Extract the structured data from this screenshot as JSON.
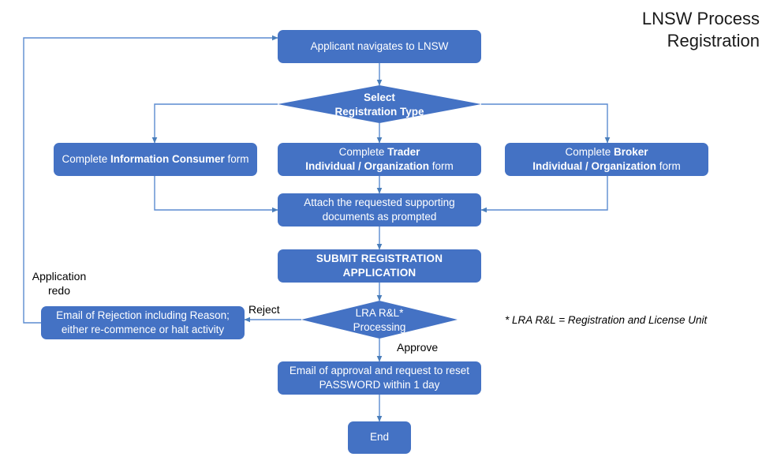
{
  "title": "LNSW Process\nRegistration",
  "colors": {
    "node_fill": "#4472C4",
    "node_text": "#FFFFFF",
    "connector": "#5B8BD0",
    "label_text": "#000000",
    "background": "#FFFFFF"
  },
  "nodes": {
    "start": {
      "label": "Applicant navigates to LNSW",
      "shape": "rounded-rect"
    },
    "select_type": {
      "line1": "Select",
      "line2": "Registration Type",
      "shape": "diamond",
      "bold": true
    },
    "information_consumer": {
      "shape": "rounded-rect",
      "prefix": "Complete ",
      "bold": "Information Consumer",
      "suffix": " form"
    },
    "trader": {
      "shape": "rounded-rect",
      "line1_prefix": "Complete ",
      "line1_bold": "Trader",
      "line2_bold": "Individual / Organization",
      "line2_suffix": " form"
    },
    "broker": {
      "shape": "rounded-rect",
      "line1_prefix": "Complete ",
      "line1_bold": "Broker",
      "line2_bold": "Individual / Organization",
      "line2_suffix": " form"
    },
    "attach_documents": {
      "shape": "rounded-rect",
      "line1": "Attach the requested supporting",
      "line2": "documents as prompted"
    },
    "submit": {
      "label": "SUBMIT REGISTRATION APPLICATION",
      "shape": "rounded-rect",
      "bold": true
    },
    "lra_processing": {
      "line1": "LRA R&L*",
      "line2": "Processing",
      "shape": "diamond"
    },
    "rejection_email": {
      "shape": "rounded-rect",
      "line1": "Email of Rejection including Reason;",
      "line2": "either re-commence or halt activity"
    },
    "approval_email": {
      "shape": "rounded-rect",
      "line1": "Email of approval and request to reset",
      "line2": "PASSWORD within 1 day"
    },
    "end": {
      "label": "End",
      "shape": "rounded-rect"
    }
  },
  "edge_labels": {
    "application_redo": "Application\nredo",
    "reject": "Reject",
    "approve": "Approve"
  },
  "footnote": "* LRA R&L = Registration and License Unit"
}
